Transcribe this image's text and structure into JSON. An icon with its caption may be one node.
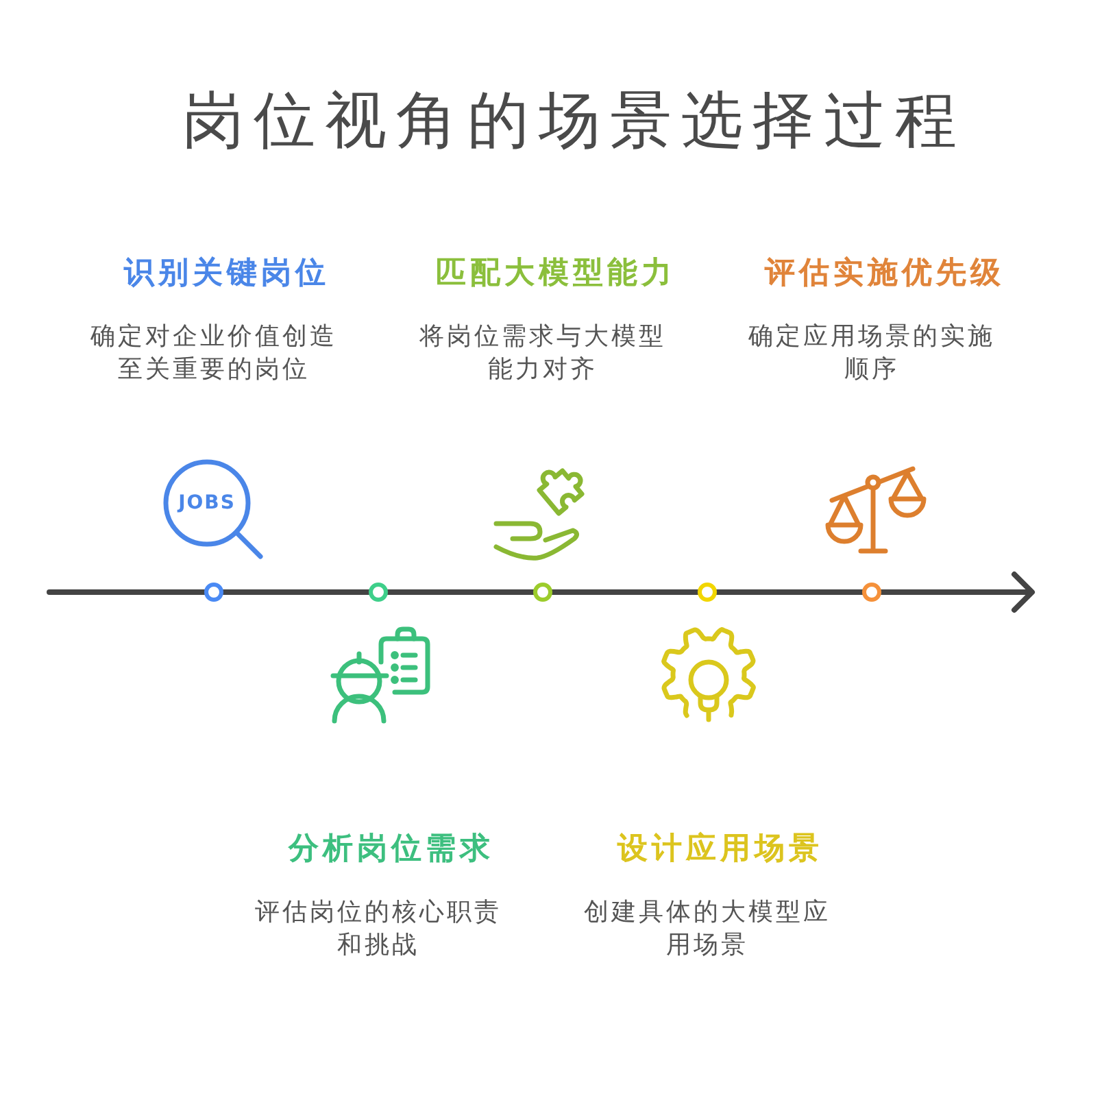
{
  "diagram": {
    "title": "岗位视角的场景选择过程",
    "nodes": [
      {
        "text": [
          "识别关键岗位",
          "确定对企业价值创造至关重要的岗位"
        ]
      },
      {
        "text": [
          "分析岗位需求",
          "评估岗位的核心职责和挑战"
        ]
      },
      {
        "text": [
          "匹配大模型能力",
          "将岗位需求与大模型能力对齐"
        ]
      },
      {
        "text": [
          "设计应用场景",
          "创建具体的大模型应用场景"
        ]
      },
      {
        "text": [
          "评估实施优先级",
          "确定应用场景的实施顺序"
        ]
      }
    ],
    "labels": [
      "JOBS"
    ]
  }
}
